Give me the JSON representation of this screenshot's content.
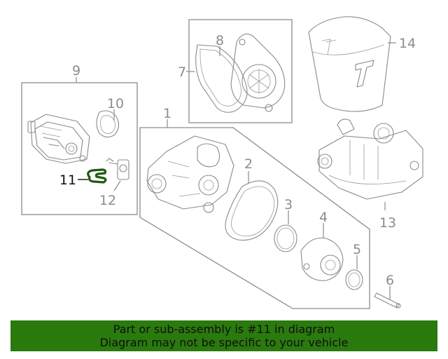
{
  "diagram": {
    "callouts": {
      "c1": "1",
      "c2": "2",
      "c3": "3",
      "c4": "4",
      "c5": "5",
      "c6": "6",
      "c7": "7",
      "c8": "8",
      "c9": "9",
      "c10": "10",
      "c11": "11",
      "c12": "12",
      "c13": "13",
      "c14": "14"
    },
    "highlighted_part": "11",
    "highlight_color": "#1f5a12"
  },
  "banner": {
    "line1": "Part or sub-assembly is #11 in diagram",
    "line2": "Diagram may not be specific to your vehicle",
    "background": "#2a7a0e"
  }
}
